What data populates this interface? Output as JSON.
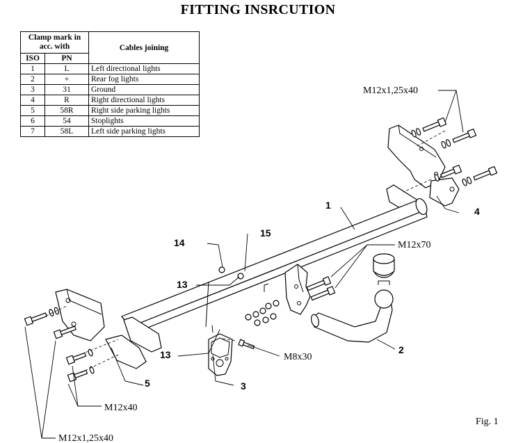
{
  "title": "FITTING INSRCUTION",
  "table": {
    "header_clamp": "Clamp mark in acc. with",
    "header_cables": "Cables joining",
    "header_iso": "ISO",
    "header_pn": "PN",
    "rows": [
      {
        "iso": "1",
        "pn": "L",
        "cable": "Left directional lights"
      },
      {
        "iso": "2",
        "pn": "+",
        "cable": "Rear fog lights"
      },
      {
        "iso": "3",
        "pn": "31",
        "cable": "Ground"
      },
      {
        "iso": "4",
        "pn": "R",
        "cable": "Right directional lights"
      },
      {
        "iso": "5",
        "pn": "58R",
        "cable": "Right side parking lights"
      },
      {
        "iso": "6",
        "pn": "54",
        "cable": "Stoplights"
      },
      {
        "iso": "7",
        "pn": "58L",
        "cable": "Left side parking lights"
      }
    ]
  },
  "labels": {
    "bolt_top_right": "M12x1,25x40",
    "bolt_bottom_left": "M12x1,25x40",
    "bolt_m12x70": "M12x70",
    "bolt_m12x40": "M12x40",
    "bolt_m8x30": "M8x30",
    "part_1": "1",
    "part_2": "2",
    "part_3": "3",
    "part_4": "4",
    "part_5": "5",
    "part_13_upper": "13",
    "part_13_lower": "13",
    "part_14": "14",
    "part_15": "15",
    "figure": "Fig. 1"
  }
}
